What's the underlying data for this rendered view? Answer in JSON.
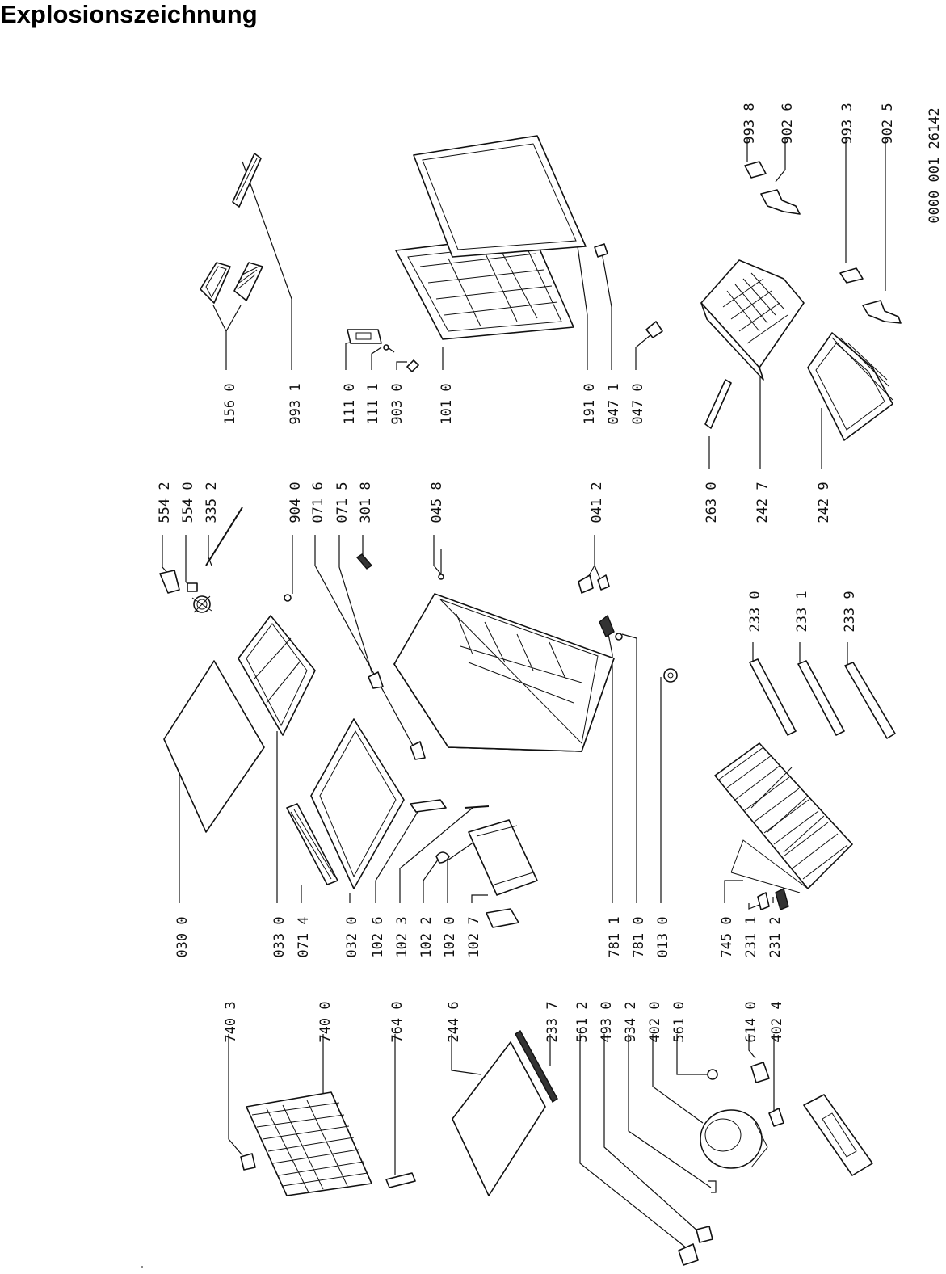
{
  "title": "Explosionszeichnung",
  "document_id": "0000 001 26142",
  "parts": {
    "p1560": "156 0",
    "p9931": "993 1",
    "p1110": "111 0",
    "p1111": "111 1",
    "p9030": "903 0",
    "p1010": "101 0",
    "p1910": "191 0",
    "p0471": "047 1",
    "p0470": "047 0",
    "p9938": "993 8",
    "p9026": "902 6",
    "p9933": "993 3",
    "p9025": "902 5",
    "p2630": "263 0",
    "p2427": "242 7",
    "p2429": "242 9",
    "p5542": "554 2",
    "p5540": "554 0",
    "p3352": "335 2",
    "p9040": "904 0",
    "p0716": "071 6",
    "p0715": "071 5",
    "p3018": "301 8",
    "p0458": "045 8",
    "p0412": "041 2",
    "p2330": "233 0",
    "p2331": "233 1",
    "p2339": "233 9",
    "p0300": "030 0",
    "p0330": "033 0",
    "p0714": "071 4",
    "p0320": "032 0",
    "p1026": "102 6",
    "p1023": "102 3",
    "p1022": "102 2",
    "p1020": "102 0",
    "p1027": "102 7",
    "p7811": "781 1",
    "p7810": "781 0",
    "p0130": "013 0",
    "p7450": "745 0",
    "p2311": "231 1",
    "p2312": "231 2",
    "p7403": "740 3",
    "p7400": "740 0",
    "p7640": "764 0",
    "p2446": "244 6",
    "p2337": "233 7",
    "p5612": "561 2",
    "p4930": "493 0",
    "p9342": "934 2",
    "p4020": "402 0",
    "p5610": "561 0",
    "p6140": "614 0",
    "p4024": "402 4"
  }
}
